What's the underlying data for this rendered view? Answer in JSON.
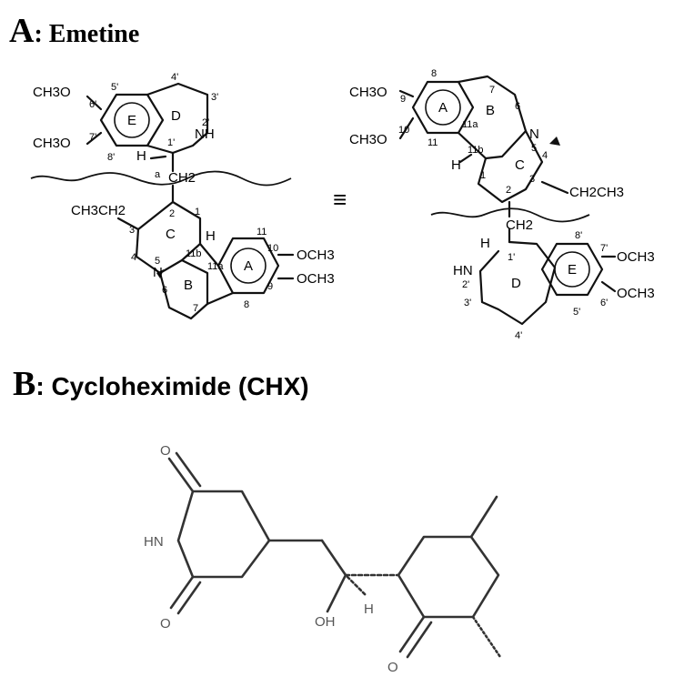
{
  "panel_a": {
    "letter": "A",
    "colon_title": ": Emetine",
    "equivalence": "≡",
    "left": {
      "methoxy_6": "CH3O",
      "methoxy_7": "CH3O",
      "nh": "NH",
      "h_1": "H",
      "bridge_ch2": "CH2",
      "bridge_a": "a",
      "ethyl": "CH3CH2",
      "n5": "N",
      "h_11b": "H",
      "och3_10": "OCH3",
      "och3_9": "OCH3",
      "ring_e": "E",
      "ring_d": "D",
      "ring_c": "C",
      "ring_b": "B",
      "ring_a": "A",
      "num": {
        "n5p": "5'",
        "n4p": "4'",
        "n3p": "3'",
        "n2p": "2'",
        "n1p": "1'",
        "n6p": "6'",
        "n7p": "7'",
        "n8p": "8'",
        "n1": "1",
        "n2": "2",
        "n3": "3",
        "n4": "4",
        "n5": "5",
        "n6": "6",
        "n7": "7",
        "n8": "8",
        "n9": "9",
        "n10": "10",
        "n11": "11",
        "n11a": "11a",
        "n11b": "11b"
      }
    },
    "right": {
      "methoxy_9": "CH3O",
      "methoxy_10": "CH3O",
      "n5": "N",
      "h_11b": "H",
      "ethyl": "CH2CH3",
      "bridge_ch2": "CH2",
      "h_1p": "H",
      "hn": "HN",
      "och3_7p": "OCH3",
      "och3_6p": "OCH3",
      "ring_a": "A",
      "ring_b": "B",
      "ring_c": "C",
      "ring_d": "D",
      "ring_e": "E",
      "num": {
        "n8": "8",
        "n9": "9",
        "n10": "10",
        "n11": "11",
        "n11a": "11a",
        "n11b": "11b",
        "n7": "7",
        "n6": "6",
        "n5": "5",
        "n4": "4",
        "n3": "3",
        "n2": "2",
        "n1": "1",
        "n1p": "1'",
        "n2p": "2'",
        "n3p": "3'",
        "n4p": "4'",
        "n5p": "5'",
        "n6p": "6'",
        "n7p": "7'",
        "n8p": "8'"
      }
    }
  },
  "panel_b": {
    "letter": "B",
    "colon_title": ": Cycloheximide (CHX)",
    "atoms": {
      "o_top": "O",
      "o_bottom": "O",
      "nh": "HN",
      "oh": "OH",
      "h": "H",
      "o_ketone": "O"
    }
  },
  "colors": {
    "ink": "#000000",
    "background": "#ffffff"
  }
}
